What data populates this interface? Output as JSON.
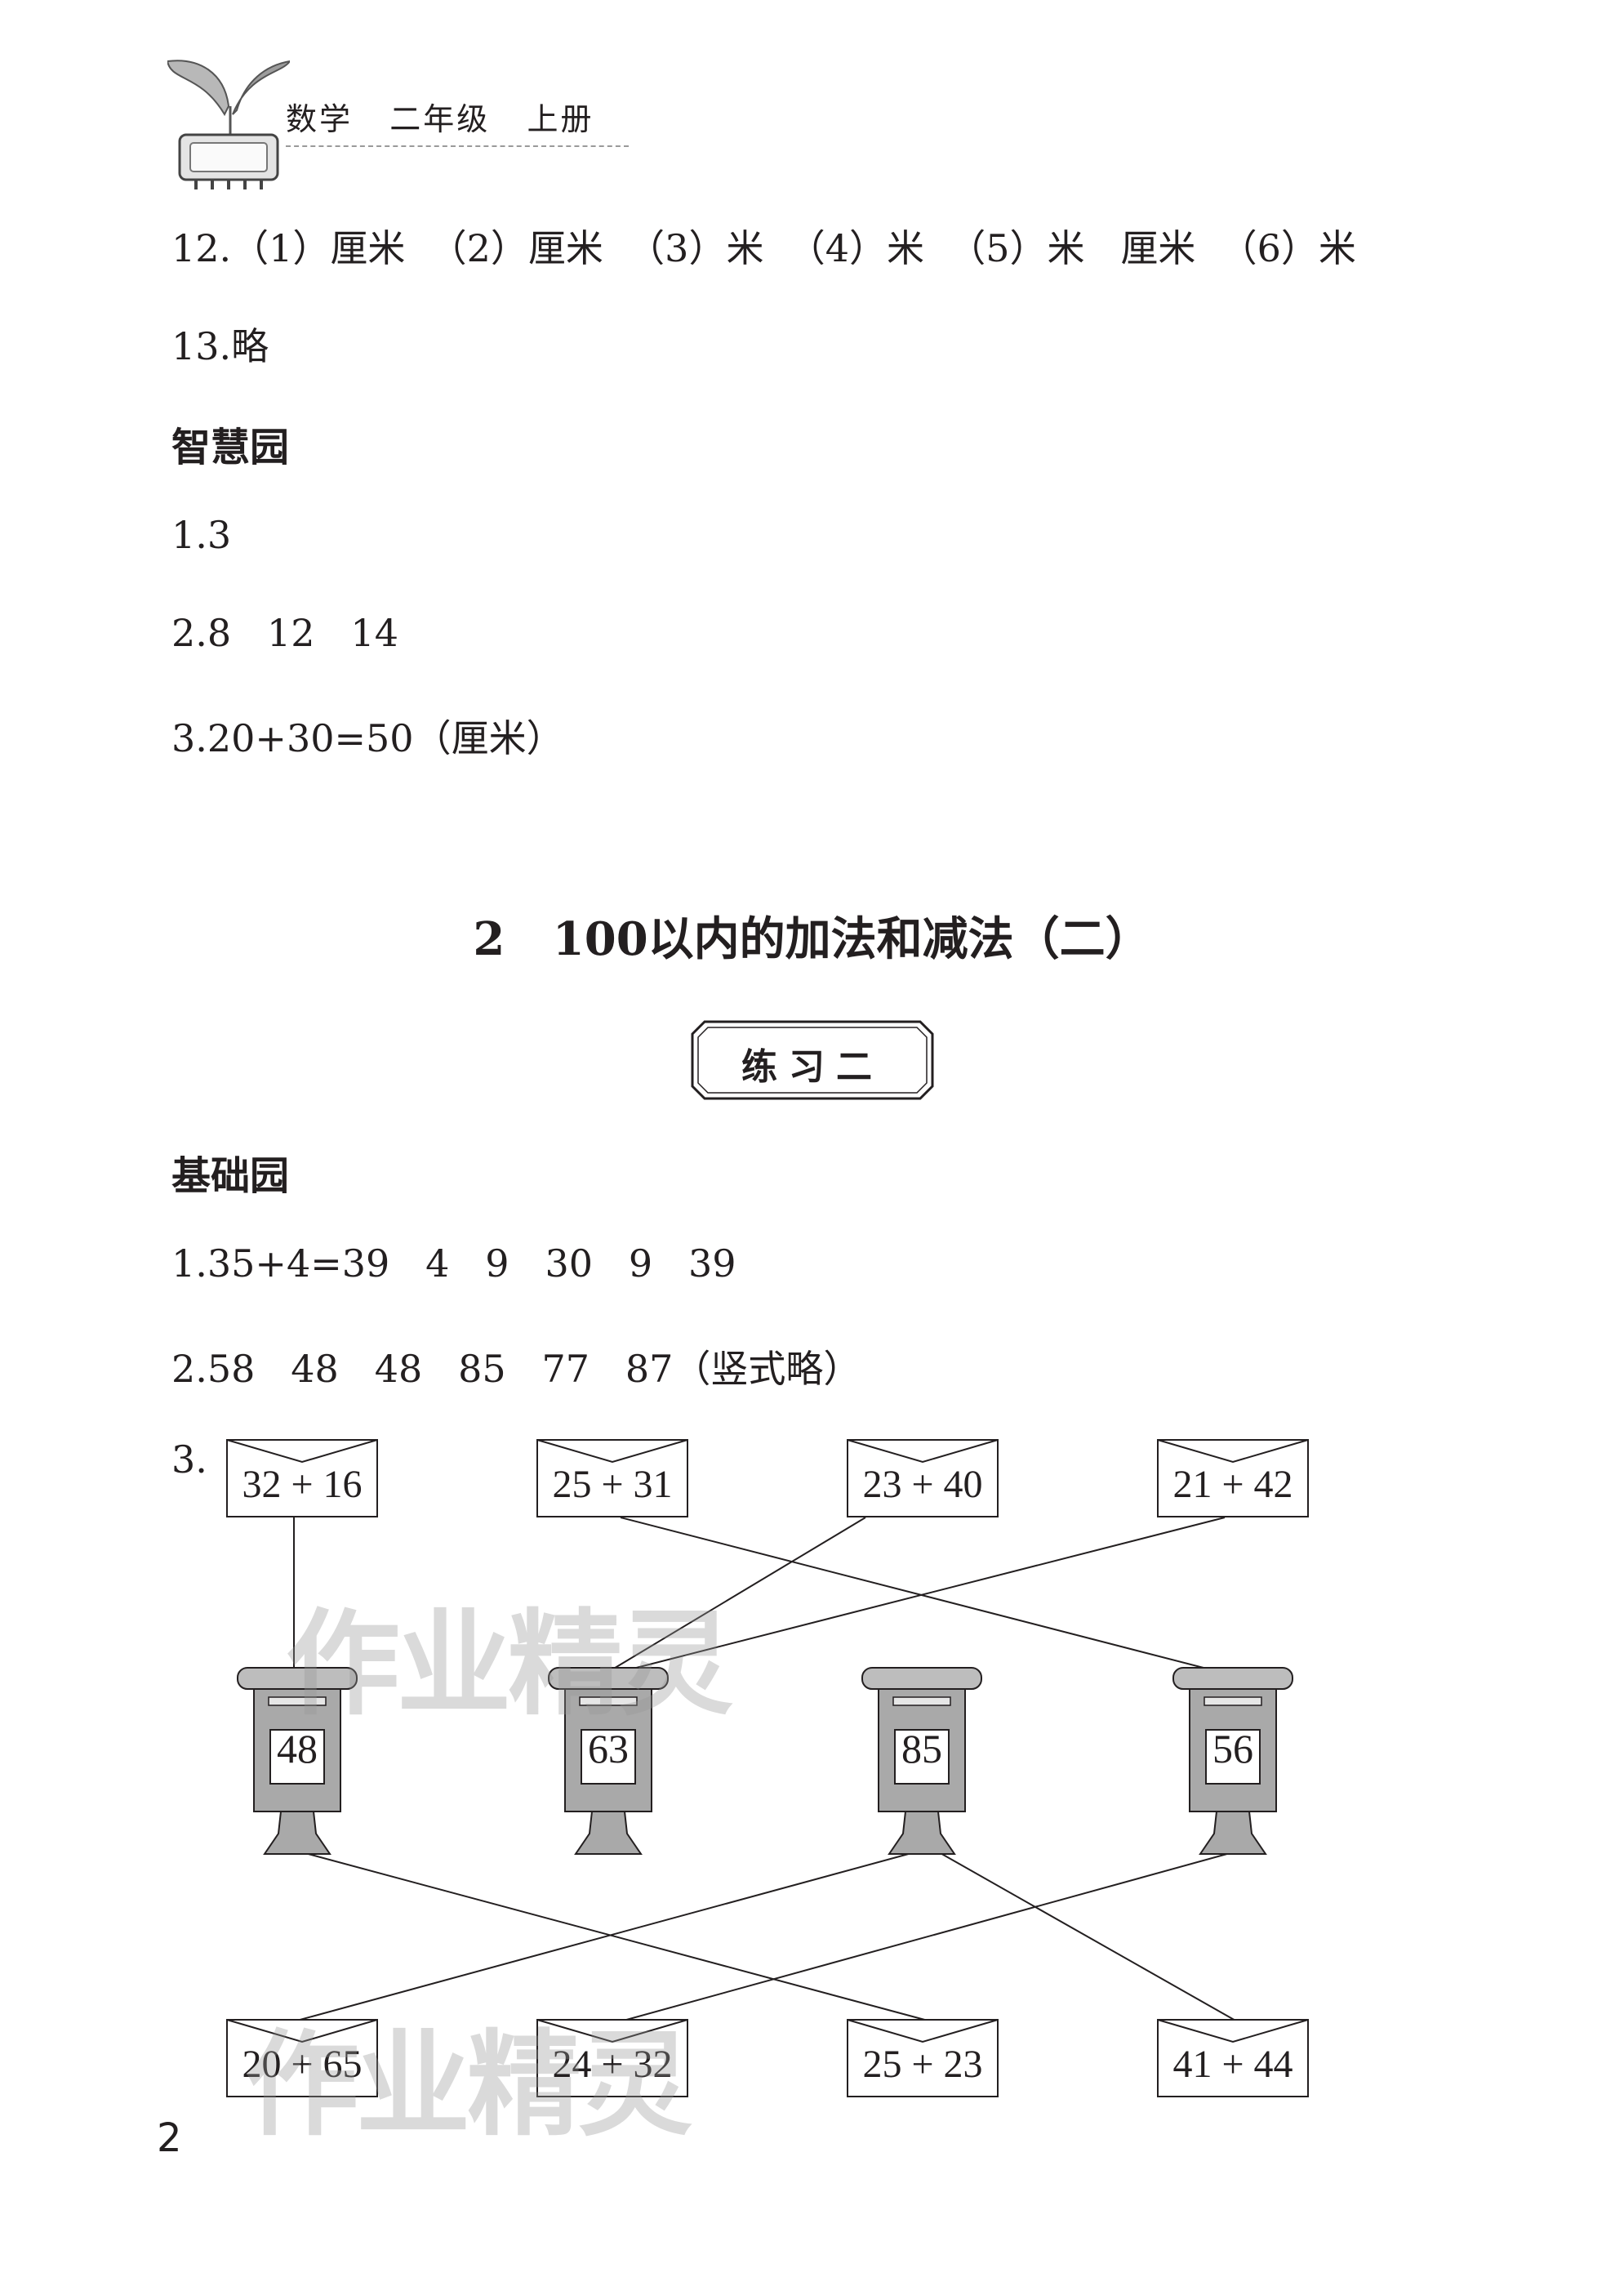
{
  "header": {
    "title": "数学   二年级   上册"
  },
  "answers_top": [
    "12.（1）厘米  （2）厘米  （3）米  （4）米  （5）米   厘米  （6）米",
    "13.略"
  ],
  "section_wisdom": "智慧园",
  "wisdom_answers": [
    "1.3",
    "2.8   12   14",
    "3.20+30=50（厘米）"
  ],
  "chapter_title": "2   100以内的加法和减法（二）",
  "exercise_label": "练习二",
  "section_basic": "基础园",
  "basic_answers": [
    "1.35+4=39   4   9   30   9   39",
    "2.58   48   48   85   77   87（竖式略）",
    "3."
  ],
  "matching": {
    "top_envelopes": [
      "32 + 16",
      "25 + 31",
      "23 + 40",
      "21 + 42"
    ],
    "mailboxes": [
      "48",
      "63",
      "85",
      "56"
    ],
    "bottom_envelopes": [
      "20 + 65",
      "24 + 32",
      "25 + 23",
      "41 + 44"
    ]
  },
  "watermark": "作业精灵",
  "page_number": "2"
}
